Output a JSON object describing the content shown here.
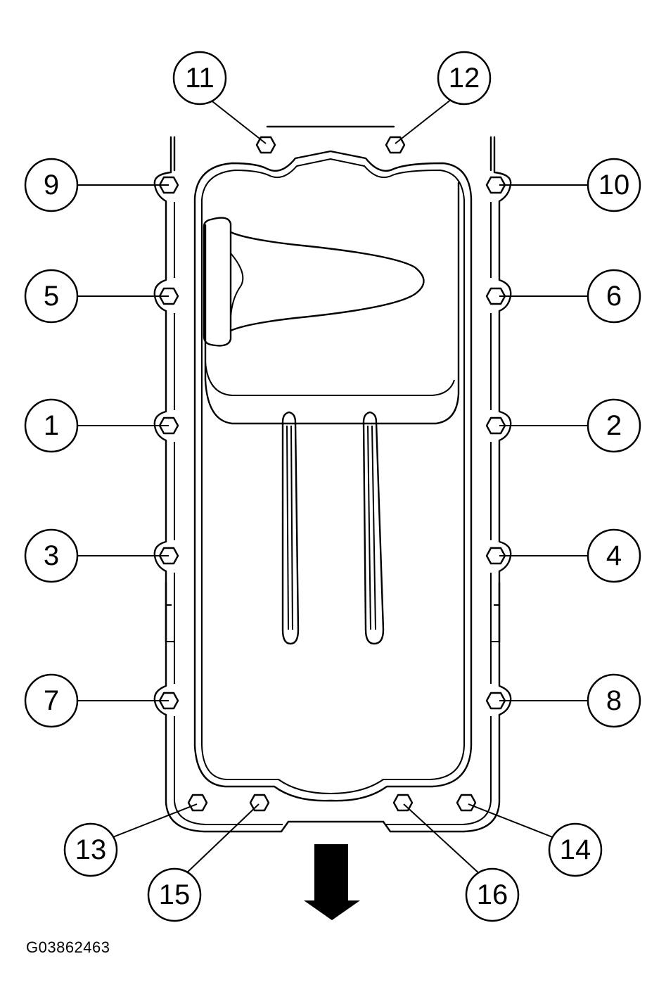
{
  "figure_id": "G03862463",
  "bolts": [
    {
      "label": "1"
    },
    {
      "label": "2"
    },
    {
      "label": "3"
    },
    {
      "label": "4"
    },
    {
      "label": "5"
    },
    {
      "label": "6"
    },
    {
      "label": "7"
    },
    {
      "label": "8"
    },
    {
      "label": "9"
    },
    {
      "label": "10"
    },
    {
      "label": "11"
    },
    {
      "label": "12"
    },
    {
      "label": "13"
    },
    {
      "label": "14"
    },
    {
      "label": "15"
    },
    {
      "label": "16"
    }
  ],
  "icons": {
    "direction_arrow": "arrow-down-icon",
    "fastener": "hex-bolt-icon"
  }
}
